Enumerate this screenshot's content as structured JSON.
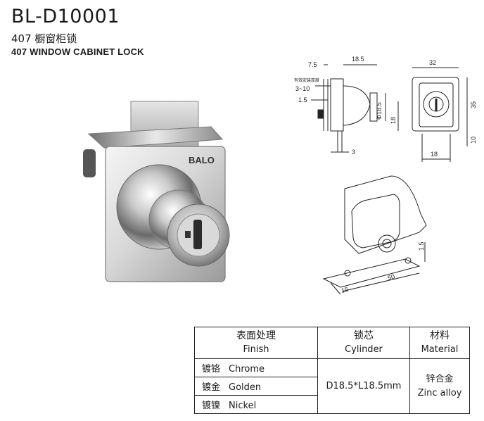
{
  "header": {
    "model": "BL-D10001",
    "title_cn": "407 橱窗柜锁",
    "title_en": "407 WINDOW CABINET LOCK"
  },
  "photo": {
    "brand": "BALO"
  },
  "drawing": {
    "dims": {
      "d7_5": "7.5",
      "d18_5": "18.5",
      "d32": "32",
      "d35": "35",
      "d18a": "18",
      "d18b": "18",
      "d10": "10",
      "d3": "3",
      "d1_5a": "1.5",
      "d3_10": "3~10",
      "phi": "Φ18.5",
      "d50": "50",
      "d15": "15",
      "d1_5b": "1.5"
    },
    "note_cn": "有效安装厚度"
  },
  "spec_table": {
    "headers": [
      {
        "cn": "表面处理",
        "en": "Finish"
      },
      {
        "cn": "锁芯",
        "en": "Cylinder"
      },
      {
        "cn": "材料",
        "en": "Material"
      }
    ],
    "finishes": [
      {
        "cn": "镀铬",
        "en": "Chrome"
      },
      {
        "cn": "镀金",
        "en": "Golden"
      },
      {
        "cn": "镀镍",
        "en": "Nickel"
      }
    ],
    "cylinder": "D18.5*L18.5mm",
    "material_cn": "锌合金",
    "material_en": "Zinc alloy"
  }
}
